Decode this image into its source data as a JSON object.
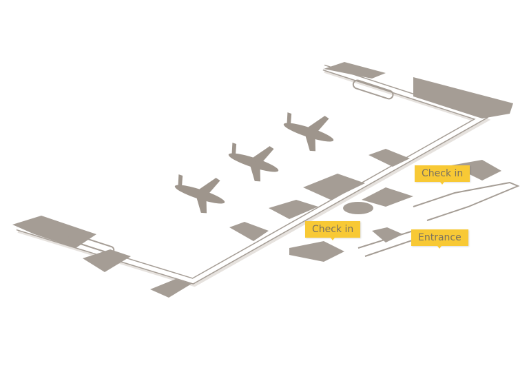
{
  "map": {
    "labels": [
      {
        "id": "checkin-east",
        "text": "Check in"
      },
      {
        "id": "checkin-west",
        "text": "Check in"
      },
      {
        "id": "entrance",
        "text": "Entrance"
      }
    ],
    "colors": {
      "building": "#a59d95",
      "corridor": "#ffffff",
      "outline": "#a59d95",
      "label": "#f8c935",
      "label_text": "#7a715f"
    }
  }
}
